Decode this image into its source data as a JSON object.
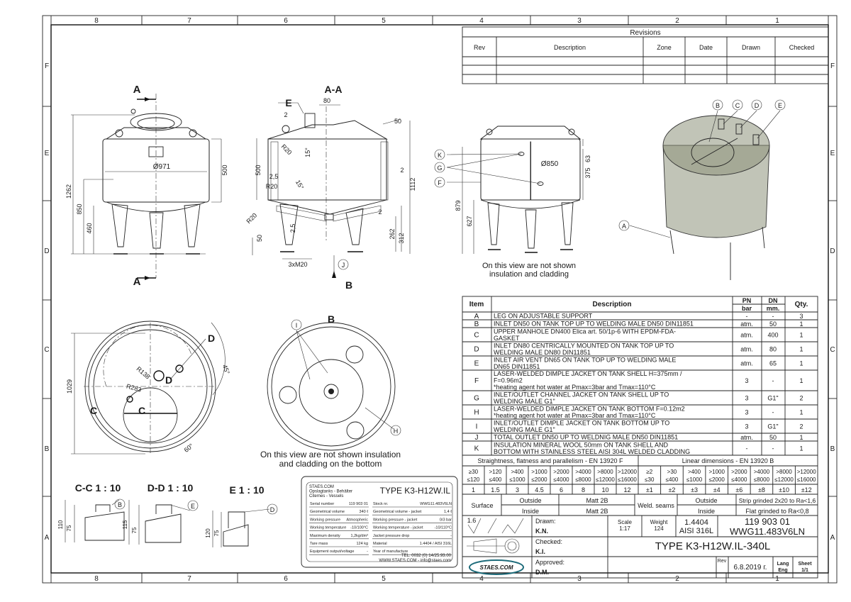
{
  "border": {
    "columns": [
      "8",
      "7",
      "6",
      "5",
      "4",
      "3",
      "2",
      "1"
    ],
    "rows": [
      "F",
      "E",
      "D",
      "C",
      "B",
      "A"
    ]
  },
  "revisions": {
    "title": "Revisions",
    "headers": [
      "Rev",
      "Description",
      "Zone",
      "Date",
      "Drawn",
      "Checked"
    ]
  },
  "front_view": {
    "section_mark": "A",
    "dims": {
      "total_height": "1262",
      "height_850": "850",
      "height_460": "460",
      "shell_height": "500",
      "diameter": "Ø971"
    }
  },
  "section_view": {
    "title": "A-A",
    "callout_e": "E",
    "dims": {
      "d80": "80",
      "d50": "50",
      "r20a": "R20",
      "r20b": "R20",
      "r20c": "R20",
      "angle1": "15°",
      "angle2": "15°",
      "t25a": "2,5",
      "t25b": "2,5",
      "t2a": "2",
      "t2b": "2",
      "t2c": "2",
      "h500": "500",
      "h1112": "1112",
      "h262": "262",
      "h312": "312",
      "h50": "50",
      "bolts": "3xM20"
    },
    "callout_j": "J",
    "view_mark": "B"
  },
  "side_view": {
    "callouts": [
      "K",
      "G",
      "F"
    ],
    "dims": {
      "diameter": "Ø850",
      "d63": "63",
      "d375": "375",
      "d879": "879",
      "d627": "627"
    },
    "note": [
      "On this view are not shown",
      "insulation and cladding"
    ]
  },
  "iso_view": {
    "callouts": [
      "B",
      "C",
      "D",
      "E",
      "A"
    ]
  },
  "top_view": {
    "dims": {
      "d1029": "1029",
      "r138": "R138",
      "r283": "R283",
      "a45": "45°",
      "a60": "60°"
    },
    "marks": {
      "d1": "D",
      "d2": "D",
      "c1": "C",
      "c2": "C"
    }
  },
  "bottom_view": {
    "title": "B",
    "callouts": [
      "I",
      "H"
    ],
    "note": [
      "On this view are not shown insulation",
      "and cladding on the bottom"
    ]
  },
  "details": [
    {
      "title": "C-C 1 : 10",
      "callout": "B",
      "dims": [
        "110",
        "75"
      ]
    },
    {
      "title": "D-D 1 : 10",
      "callout": "E",
      "dims": [
        "115",
        "75"
      ]
    },
    {
      "title": "E 1 : 10",
      "callout": "D",
      "dims": [
        "120",
        "75"
      ]
    }
  ],
  "nameplate": {
    "company": [
      "STAES.COM",
      "Opslagtanks - Behälter",
      "Citernes - Vessels"
    ],
    "type": "TYPE K3-H12W.IL",
    "left": [
      [
        "Serial number",
        "119 903 01"
      ],
      [
        "Geometrical volume",
        "340 ℓ"
      ],
      [
        "Working pressure",
        "Atmospheric"
      ],
      [
        "Working temperature",
        "-10/100°C"
      ],
      [
        "Maximum density",
        "1,2kg/dm³"
      ],
      [
        "Tare mass",
        "124  kg"
      ],
      [
        "Equipment output/voltage",
        "-"
      ]
    ],
    "right": [
      [
        "Stock nr.",
        "WWG11.483V6LN"
      ],
      [
        "Geometrical volume - jacket",
        "1,4 ℓ"
      ],
      [
        "Working pressure - jacket",
        "0/3 bar"
      ],
      [
        "Working temperature - jacket",
        "-10/110°C"
      ],
      [
        "Jacket pressure drop",
        "-"
      ],
      [
        "Material",
        "1.4404 / AISI 316L"
      ],
      [
        "Year of manufacture",
        ""
      ]
    ],
    "contact": [
      "TEL. 0032 (0) 14/25.93.00",
      "WWW.STAES.COM - info@staes.com"
    ]
  },
  "parts_table": {
    "headers": {
      "item": "Item",
      "description": "Description",
      "pn": [
        "PN",
        "bar"
      ],
      "dn": [
        "DN",
        "mm."
      ],
      "qty": "Qty."
    },
    "rows": [
      {
        "item": "A",
        "lines": [
          "LEG ON ADJUSTABLE SUPPORT"
        ],
        "pn": "-",
        "dn": "-",
        "qty": "3"
      },
      {
        "item": "B",
        "lines": [
          "INLET DN50 ON TANK TOP UP TO WELDING MALE DN50 DIN11851"
        ],
        "pn": "atm.",
        "dn": "50",
        "qty": "1"
      },
      {
        "item": "C",
        "lines": [
          "UPPER MANHOLE DN400 Elica art. 50/1p-6 WITH EPDM-FDA-",
          "GASKET"
        ],
        "pn": "atm.",
        "dn": "400",
        "qty": "1"
      },
      {
        "item": "D",
        "lines": [
          "INLET DN80 CENTRICALLY MOUNTED ON TANK TOP UP TO",
          "WELDING MALE DN80 DIN11851"
        ],
        "pn": "atm.",
        "dn": "80",
        "qty": "1"
      },
      {
        "item": "E",
        "lines": [
          "INLET AIR VENT DN65 ON TANK TOP UP TO WELDING MALE",
          "DN65 DIN11851"
        ],
        "pn": "atm.",
        "dn": "65",
        "qty": "1"
      },
      {
        "item": "F",
        "lines": [
          "LASER-WELDED DIMPLE JACKET ON TANK SHELL H=375mm /",
          "F=0.96m2",
          "*heating agent hot water at Pmax=3bar and Tmax=110°C"
        ],
        "pn": "3",
        "dn": "-",
        "qty": "1"
      },
      {
        "item": "G",
        "lines": [
          "INLET/OUTLET CHANNEL JACKET ON TANK SHELL UP TO",
          "WELDING MALE G1\""
        ],
        "pn": "3",
        "dn": "G1\"",
        "qty": "2"
      },
      {
        "item": "H",
        "lines": [
          "LASER-WELDED DIMPLE JACKET ON TANK BOTTOM F=0.12m2",
          "*heating agent hot water at Pmax=3bar and Tmax=110°C"
        ],
        "pn": "3",
        "dn": "-",
        "qty": "1"
      },
      {
        "item": "I",
        "lines": [
          "INLET/OUTLET DIMPLE JACKET ON TANK BOTTOM UP TO",
          "WELDING MALE G1\""
        ],
        "pn": "3",
        "dn": "G1\"",
        "qty": "2"
      },
      {
        "item": "J",
        "lines": [
          "TOTAL OUTLET DN50 UP TO WELDNIG MALE DN50 DIN11851"
        ],
        "pn": "atm.",
        "dn": "50",
        "qty": "1"
      },
      {
        "item": "K",
        "lines": [
          "INSULATION MINERAL WOOL 50mm ON TANK SHELL AND",
          "BOTTOM WITH STAINLESS STEEL AISI 304L WELDED CLADDING"
        ],
        "pn": "-",
        "dn": "-",
        "qty": "1"
      }
    ]
  },
  "tolerances": {
    "flatness": {
      "title": "Straightness, flatness and parallelism - EN 13920 F",
      "ranges": [
        [
          "≥30",
          "≤120"
        ],
        [
          ">120",
          "≤400"
        ],
        [
          ">400",
          "≤1000"
        ],
        [
          ">1000",
          "≤2000"
        ],
        [
          ">2000",
          "≤4000"
        ],
        [
          ">4000",
          "≤8000"
        ],
        [
          ">8000",
          "≤12000"
        ],
        [
          ">12000",
          "≤16000"
        ]
      ],
      "values": [
        "1",
        "1.5",
        "3",
        "4.5",
        "6",
        "8",
        "10",
        "12"
      ]
    },
    "linear": {
      "title": "Linear dimensions - EN 13920 B",
      "ranges": [
        [
          "≥2",
          "≤30"
        ],
        [
          ">30",
          "≤400"
        ],
        [
          ">400",
          "≤1000"
        ],
        [
          ">1000",
          "≤2000"
        ],
        [
          ">2000",
          "≤4000"
        ],
        [
          ">4000",
          "≤8000"
        ],
        [
          ">8000",
          "≤12000"
        ],
        [
          ">12000",
          "≤16000"
        ]
      ],
      "values": [
        "±1",
        "±2",
        "±3",
        "±4",
        "±6",
        "±8",
        "±10",
        "±12"
      ]
    }
  },
  "surface": {
    "label": "Surface",
    "outside": "Outside",
    "outside_value": "Matt 2B",
    "inside": "Inside",
    "inside_value": "Matt 2B",
    "weld_label": "Weld. seams",
    "weld_outside": "Outside",
    "weld_outside_value": "Strip grinded 2x20 to Ra<1,6",
    "weld_inside": "Inside",
    "weld_inside_value": "Flat grinded to Ra<0,8"
  },
  "title_block": {
    "roughness": "1.6",
    "drawn_label": "Drawn:",
    "drawn_by": "K.N.",
    "checked_label": "Checked:",
    "checked_by": "K.I.",
    "approved_label": "Approved:",
    "approved_by": "D.M.",
    "scale_label": "Scale",
    "scale": "1:17",
    "weight_label": "Weight",
    "weight": "124",
    "material": [
      "1.4404",
      "AISI 316L"
    ],
    "drawing_number": [
      "119 903 01",
      "WWG11.483V6LN"
    ],
    "title": "TYPE K3-H12W.IL-340L",
    "rev_label": "Rev",
    "date": "6.8.2019 г.",
    "lang_label": "Lang",
    "lang": "Eng",
    "sheet_label": "Sheet",
    "sheet": "1/1",
    "logo": "STAES.COM",
    "logo_color": "#1d6b7a"
  }
}
